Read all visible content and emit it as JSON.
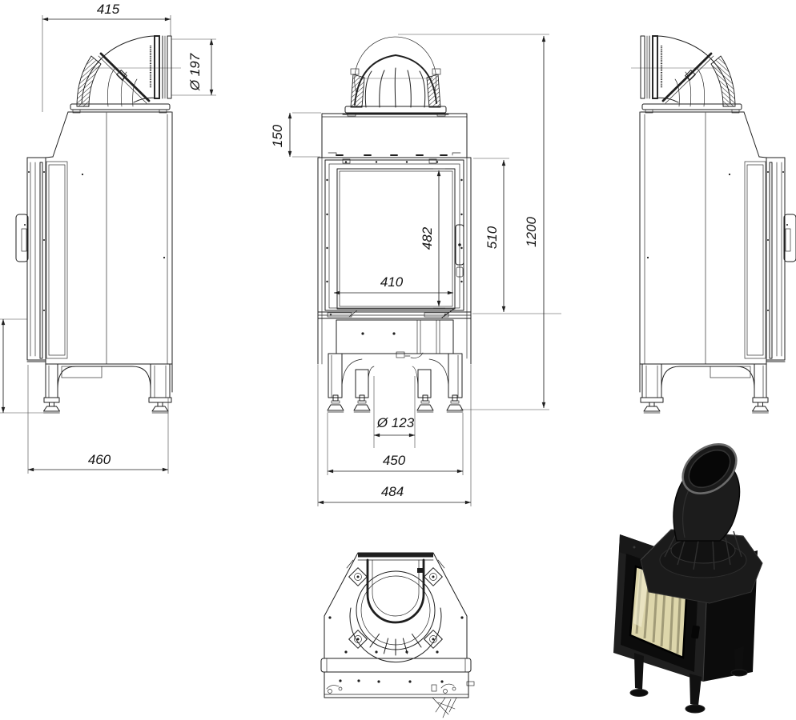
{
  "document": {
    "kind": "technical-drawing",
    "subject": "fireplace-insert-with-flue-elbow"
  },
  "dimensions": {
    "side_top_width": "415",
    "flue_diameter": "Ø 197",
    "side_depth": "460",
    "plinth_height": "150",
    "glass_height": "482",
    "glass_width": "410",
    "firebox_height": "510",
    "total_height": "1200",
    "outlet_diameter": "Ø 123",
    "feet_span": "450",
    "overall_width": "484"
  },
  "colors": {
    "line": "#1f1f1f",
    "dimtext": "#141414",
    "stove_dark": "#0c0c0c",
    "stove_mid": "#181818",
    "stove_light": "#404040",
    "pipe_rim": "#6b6b6b",
    "glass": "#ddd6ab",
    "glass_stripe": "#97906e",
    "glass_hl": "#f3efd3"
  }
}
